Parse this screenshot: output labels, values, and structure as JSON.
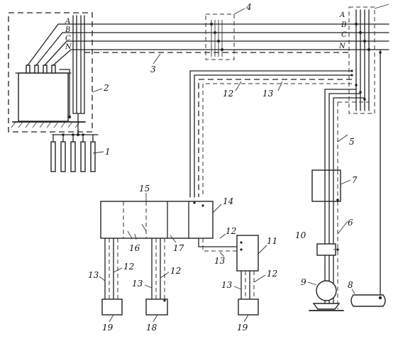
{
  "phases": [
    "A",
    "B",
    "C",
    "N"
  ],
  "phases_right": [
    "A",
    "B",
    "C",
    "N"
  ],
  "labels": {
    "l1": "1",
    "l2": "2",
    "l3": "3",
    "l4": "4",
    "l5": "5",
    "l6": "6",
    "l7": "7",
    "l8": "8",
    "l9": "9",
    "l10": "10",
    "l11": "11",
    "l12a": "12",
    "l12b": "12",
    "l12c": "12",
    "l12d": "12",
    "l12e": "12",
    "l13a": "13",
    "l13b": "13",
    "l13c": "13",
    "l13d": "13",
    "l13e": "13",
    "l14": "14",
    "l15": "15",
    "l16": "16",
    "l17": "17",
    "l18": "18",
    "l19a": "19",
    "l19b": "19"
  }
}
